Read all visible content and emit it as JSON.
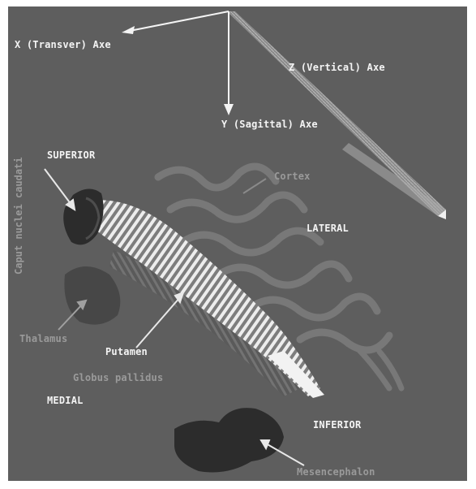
{
  "figure": {
    "axes": {
      "x_label": "X (Transver) Axe",
      "y_label": "Y (Sagittal) Axe",
      "z_label": "Z (Vertical) Axe"
    },
    "orientation": {
      "superior": "SUPERIOR",
      "inferior": "INFERIOR",
      "lateral": "LATERAL",
      "medial": "MEDIAL"
    },
    "structures": {
      "caput": "Caput nuclei caudati",
      "cortex": "Cortex",
      "thalamus": "Thalamus",
      "putamen": "Putamen",
      "globus": "Globus pallidus",
      "mesencephalon": "Mesencephalon"
    },
    "colors": {
      "background": "#5e5e5e",
      "structure_dark": "#2c2c2c",
      "structure_mid": "#6e6e6e",
      "structure_light": "#e8e8e8",
      "label_white": "#f4f4f4",
      "label_gray": "#9a9a9a"
    }
  }
}
